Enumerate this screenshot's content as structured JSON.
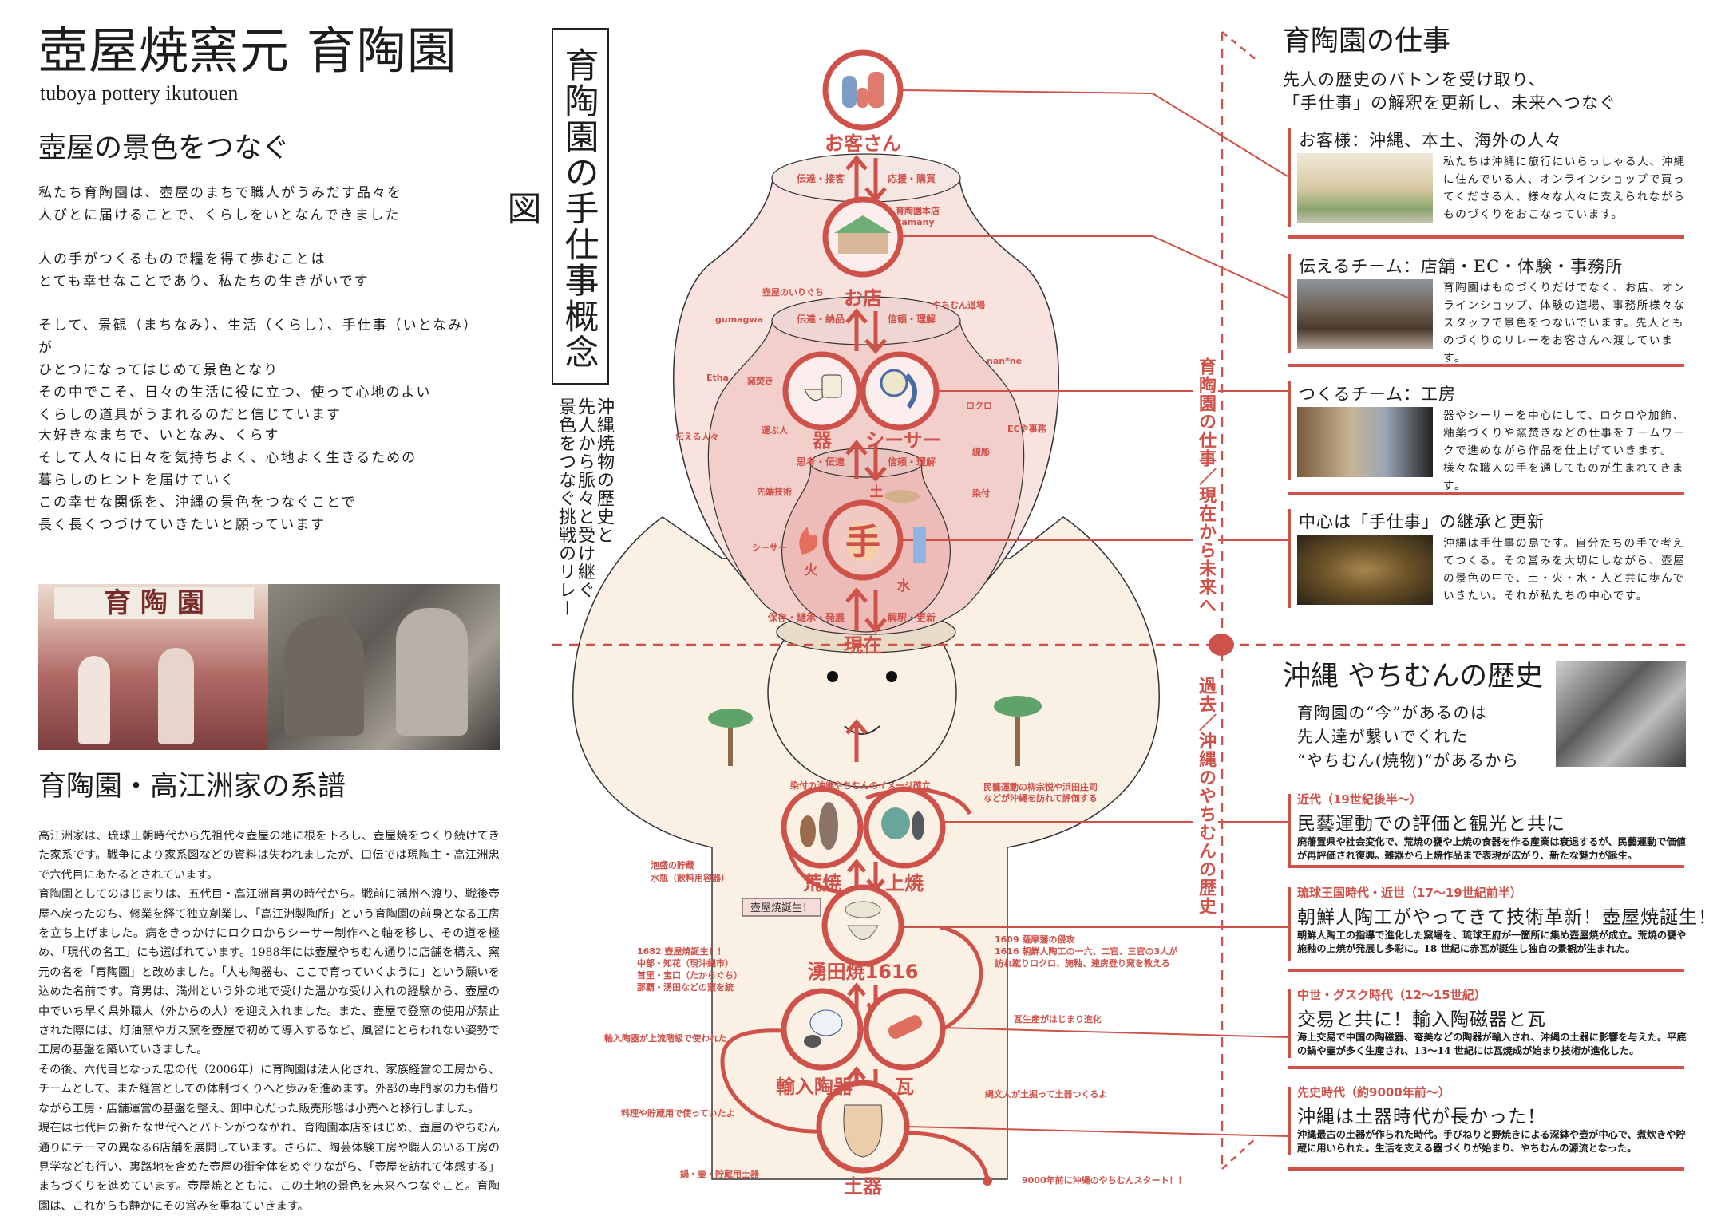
{
  "colors": {
    "accent": "#cf524a",
    "text": "#1d1d1d",
    "jar_outer": "#f8e3df",
    "jar_mid": "#f3cfcc",
    "jar_inner": "#eebcb8",
    "body": "#fbf0e4"
  },
  "header": {
    "title": "壺屋焼窯元 育陶園",
    "title_en": "tuboya pottery ikutouen"
  },
  "intro": {
    "heading": "壺屋の景色をつなぐ",
    "paragraphs": [
      [
        "私たち育陶園は、壺屋のまちで職人がうみだす品々を",
        "人びとに届けることで、くらしをいとなんできました"
      ],
      [
        "人の手がつくるもので糧を得て歩むことは",
        "とても幸せなことであり、私たちの生きがいです"
      ],
      [
        "そして、景観（まちなみ）、生活（くらし）、手仕事（いとなみ）が",
        "ひとつになってはじめて景色となり",
        "その中でこそ、日々の生活に役に立つ、使って心地のよい",
        "くらしの道具がうまれるのだと信じています"
      ],
      [
        "大好きなまちで、いとなみ、くらす",
        "そして人々に日々を気持ちよく、心地よく生きるための",
        "暮らしのヒントを届けていく",
        "この幸せな関係を、沖縄の景色をつなぐことで",
        "長く長くつづけていきたいと願っています"
      ]
    ]
  },
  "photos": {
    "sign_text": "育 陶 園"
  },
  "genealogy": {
    "heading": "育陶園・高江洲家の系譜",
    "paragraphs": [
      "高江洲家は、琉球王朝時代から先祖代々壺屋の地に根を下ろし、壺屋焼をつくり続けてきた家系です。戦争により家系図などの資料は失われましたが、口伝では現陶主・高江洲忠で六代目にあたるとされています。",
      "育陶園としてのはじまりは、五代目・高江洲育男の時代から。戦前に満州へ渡り、戦後壺屋へ戻ったのち、修業を経て独立創業し、「高江洲製陶所」という育陶園の前身となる工房を立ち上げました。病をきっかけにロクロからシーサー制作へと軸を移し、その道を極め、「現代の名工」にも選ばれています。1988年には壺屋やちむん通りに店舗を構え、窯元の名を「育陶園」と改めました。「人も陶器も、ここで育っていくように」という願いを込めた名前です。育男は、満州という外の地で受けた温かな受け入れの経験から、壺屋の中でいち早く県外職人（外からの人）を迎え入れました。また、壺屋で登窯の使用が禁止された際には、灯油窯やガス窯を壺屋で初めて導入するなど、風習にとらわれない姿勢で工房の基盤を築いていきました。",
      "その後、六代目となった忠の代（2006年）に育陶園は法人化され、家族経営の工房から、チームとして、また経営としての体制づくりへと歩みを進めます。外部の専門家の力も借りながら工房・店舗運営の基盤を整え、卸中心だった販売形態は小売へと移行しました。",
      "現在は七代目の新たな世代へとバトンがつながれ、育陶園本店をはじめ、壺屋のやちむん通りにテーマの異なる6店舗を展開しています。さらに、陶芸体験工房や職人のいる工房の見学なども行い、裏路地を含めた壺屋の街全体をめぐりながら、「壺屋を訪れて体感する」まちづくりを進めています。壺屋焼とともに、この土地の景色を未来へつなぐこと。育陶園は、これからも静かにその営みを重ねていきます。"
    ]
  },
  "concept": {
    "title": "育陶園の手仕事概念図",
    "subtitle": [
      "沖縄焼物の歴史と",
      "先人から脈々と受け継ぐ",
      "景色をつなぐ挑戦のリレー"
    ],
    "axis_future": "育陶園の仕事／現在から未来へ",
    "axis_past": "過去／沖縄のやちむんの歴史",
    "nodes": {
      "customer": "お客さん",
      "shop": "お店",
      "vessel": "器",
      "shisa": "シーサー",
      "hand": "手",
      "present": "現在",
      "earth": "土",
      "fire": "火",
      "water": "水",
      "arayachi": "荒焼",
      "joyachi": "上焼",
      "wakuta": "湧田焼1616",
      "imported": "輸入陶器",
      "tile": "瓦",
      "earthenware": "土器"
    },
    "flows": {
      "top_left": "伝達・接客",
      "top_right": "応援・購買",
      "mid_left": "伝達・納品",
      "mid_right": "信頼・理解",
      "low_left": "思考・伝達",
      "low_right": "信頼・理解",
      "base_left": "保存・継承・発展",
      "base_right": "解釈・更新"
    },
    "labels": {
      "honten": "育陶園本店",
      "kamany": "kamany",
      "iriguchi": "壺屋のいりぐち",
      "gumagwa": "gumagwa",
      "dojo": "やちむん道場",
      "nanne": "nan*ne",
      "etha": "Etha",
      "kamataki": "窯焚き",
      "hakobu": "運ぶ人",
      "tsutaeru": "伝える人々",
      "rokuro": "ロクロ",
      "ec": "ECや事務",
      "senkoku": "線彫",
      "sentan": "先端技術",
      "sometsuke": "染付",
      "shisa_maker": "シーサー",
      "image": "染付の沖縄やちむんのイメージ確立",
      "mingei1": "民藝運動の柳宗悦や浜田庄司",
      "mingei2": "などが沖縄を訪れて評価する",
      "awamori1": "泡盛の貯蔵",
      "awamori2": "水瓶（飲料用容器）",
      "banner": "壺屋焼誕生！",
      "tanjo": [
        "1682 壺屋焼誕生！！",
        "中部・知花（現沖縄市）",
        "首里・宝口（たからぐち）",
        "那覇・湧田などの窯を統"
      ],
      "satsuma": [
        "1609 薩摩藩の侵攻",
        "1616 朝鮮人陶工の一六、二官、三官の3人が",
        "訪れ蹴りロクロ、施釉、連房登り窯を教える"
      ],
      "kawara": "瓦生産がはじまり進化",
      "jouryu": "輸入陶器が上流階級で使われた",
      "jomon": "縄文人が土掘って土器つくるよ",
      "ryori": "料理や貯蔵用で使っていたよ",
      "nabe": "鍋・壺・貯蔵用土器",
      "start": "9000年前に沖縄のやちむんスタート！！"
    }
  },
  "work": {
    "heading": "育陶園の仕事",
    "subtitle": [
      "先人の歴史のバトンを受け取り、",
      "「手仕事」の解釈を更新し、未来へつなぐ"
    ],
    "sections": [
      {
        "heading": "お客様：沖縄、本土、海外の人々",
        "text": "私たちは沖縄に旅行にいらっしゃる人、沖縄に住んでいる人、オンラインショップで買ってくださる人、様々な人々に支えられながらものづくりをおこなっています。"
      },
      {
        "heading": "伝えるチーム：店舗・EC・体験・事務所",
        "text": "育陶園はものづくりだけでなく、お店、オンラインショップ、体験の道場、事務所様々なスタッフで景色をつないでいます。先人とものづくりのリレーをお客さんへ渡しています。"
      },
      {
        "heading": "つくるチーム：工房",
        "text": "器やシーサーを中心にして、ロクロや加飾、釉薬づくりや窯焚きなどの仕事をチームワークで進めながら作品を仕上げていきます。様々な職人の手を通してものが生まれてきます。"
      },
      {
        "heading": "中心は「手仕事」の継承と更新",
        "text": "沖縄は手仕事の島です。自分たちの手で考えてつくる。その営みを大切にしながら、壺屋の景色の中で、土・火・水・人と共に歩んでいきたい。それが私たちの中心です。"
      }
    ]
  },
  "history": {
    "heading": "沖縄 やちむんの歴史",
    "subtitle": [
      "育陶園の“今”があるのは",
      "先人達が繋いでくれた",
      "“やちむん(焼物)”があるから"
    ],
    "eras": [
      {
        "era": "近代（19世紀後半～）",
        "heading": "民藝運動での評価と観光と共に",
        "text": "廃藩置県や社会変化で、荒焼の甕や上焼の食器を作る産業は衰退するが、民藝運動で価値が再評価され復興。雑器から上焼作品まで表現が広がり、新たな魅力が誕生。"
      },
      {
        "era": "琉球王国時代・近世（17～19世紀前半）",
        "heading": "朝鮮人陶工がやってきて技術革新！壺屋焼誕生！",
        "text": "朝鮮人陶工の指導で進化した窯場を、琉球王府が一箇所に集め壺屋焼が成立。荒焼の甕や施釉の上焼が発展し多彩に。18 世紀に赤瓦が誕生し独自の景観が生まれた。"
      },
      {
        "era": "中世・グスク時代（12～15世紀）",
        "heading": "交易と共に！輸入陶磁器と瓦",
        "text": "海上交易で中国の陶磁器、奄美などの陶器が輸入され、沖縄の土器に影響を与えた。平底の鍋や壺が多く生産され、13～14 世紀には瓦焼成が始まり技術が進化した。"
      },
      {
        "era": "先史時代（約9000年前～）",
        "heading": "沖縄は土器時代が長かった！",
        "text": "沖縄最古の土器が作られた時代。手びねりと野焼きによる深鉢や壺が中心で、煮炊きや貯蔵に用いられた。生活を支える器づくりが始まり、やちむんの源流となった。"
      }
    ]
  }
}
